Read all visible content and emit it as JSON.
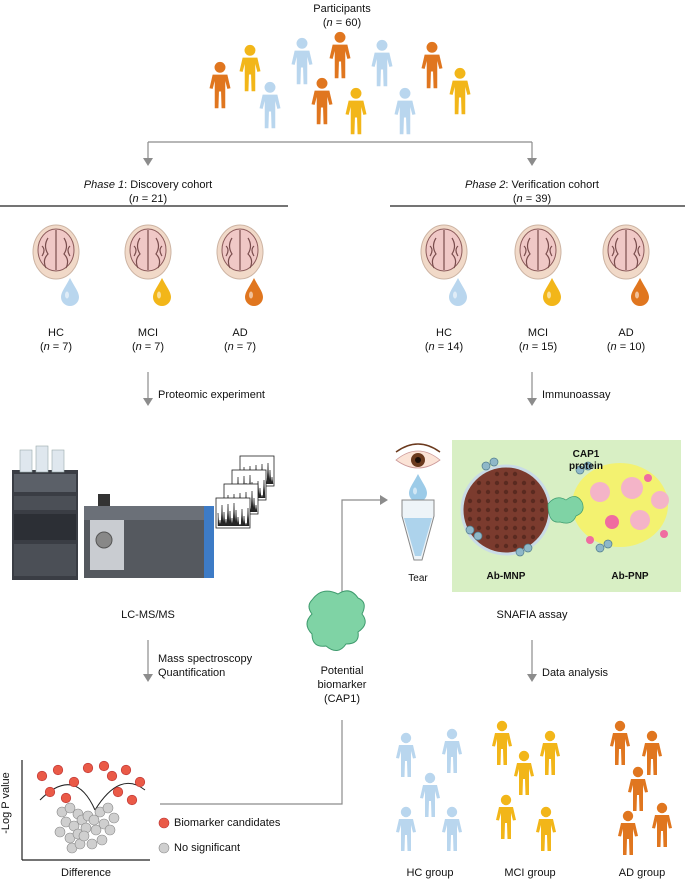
{
  "participants": {
    "title": "Participants",
    "n_prefix": "(",
    "n_var": "n",
    "n_value": " = 60)"
  },
  "phase1": {
    "phase": "Phase 1",
    "label": ": Discovery cohort",
    "n": " = 21)"
  },
  "phase2": {
    "phase": "Phase 2",
    "label": ": Verification cohort",
    "n": " = 39)"
  },
  "groups_p1": [
    {
      "name": "HC",
      "n": " = 7)"
    },
    {
      "name": "MCI",
      "n": " = 7)"
    },
    {
      "name": "AD",
      "n": " = 7)"
    }
  ],
  "groups_p2": [
    {
      "name": "HC",
      "n": " = 14)"
    },
    {
      "name": "MCI",
      "n": " = 15)"
    },
    {
      "name": "AD",
      "n": " = 10)"
    }
  ],
  "steps": {
    "proteomic": "Proteomic experiment",
    "immuno": "Immunoassay",
    "lcms": "LC-MS/MS",
    "snafia": "SNAFIA assay",
    "mass1": "Mass spectroscopy",
    "mass2": "Quantification",
    "data_analysis": "Data analysis"
  },
  "biomarker": {
    "l1": "Potential",
    "l2": "biomarker",
    "l3": "(CAP1)"
  },
  "assay": {
    "tear": "Tear",
    "cap1_l1": "CAP1",
    "cap1_l2": "protein",
    "mnp": "Ab-MNP",
    "pnp": "Ab-PNP"
  },
  "volcano": {
    "ylabel": "-Log P value",
    "xlabel": "Difference",
    "legend_biomarker": "Biomarker candidates",
    "legend_nonsig": "No significant"
  },
  "final_groups": {
    "hc": "HC group",
    "mci": "MCI group",
    "ad": "AD group"
  },
  "colors": {
    "hc": "#b9d6ee",
    "mci": "#f2b619",
    "ad": "#e0761f",
    "red": "#ea5a47",
    "grey": "#cfcfcf",
    "green_panel": "#d8efc4",
    "arrow": "#8c8c8c"
  }
}
